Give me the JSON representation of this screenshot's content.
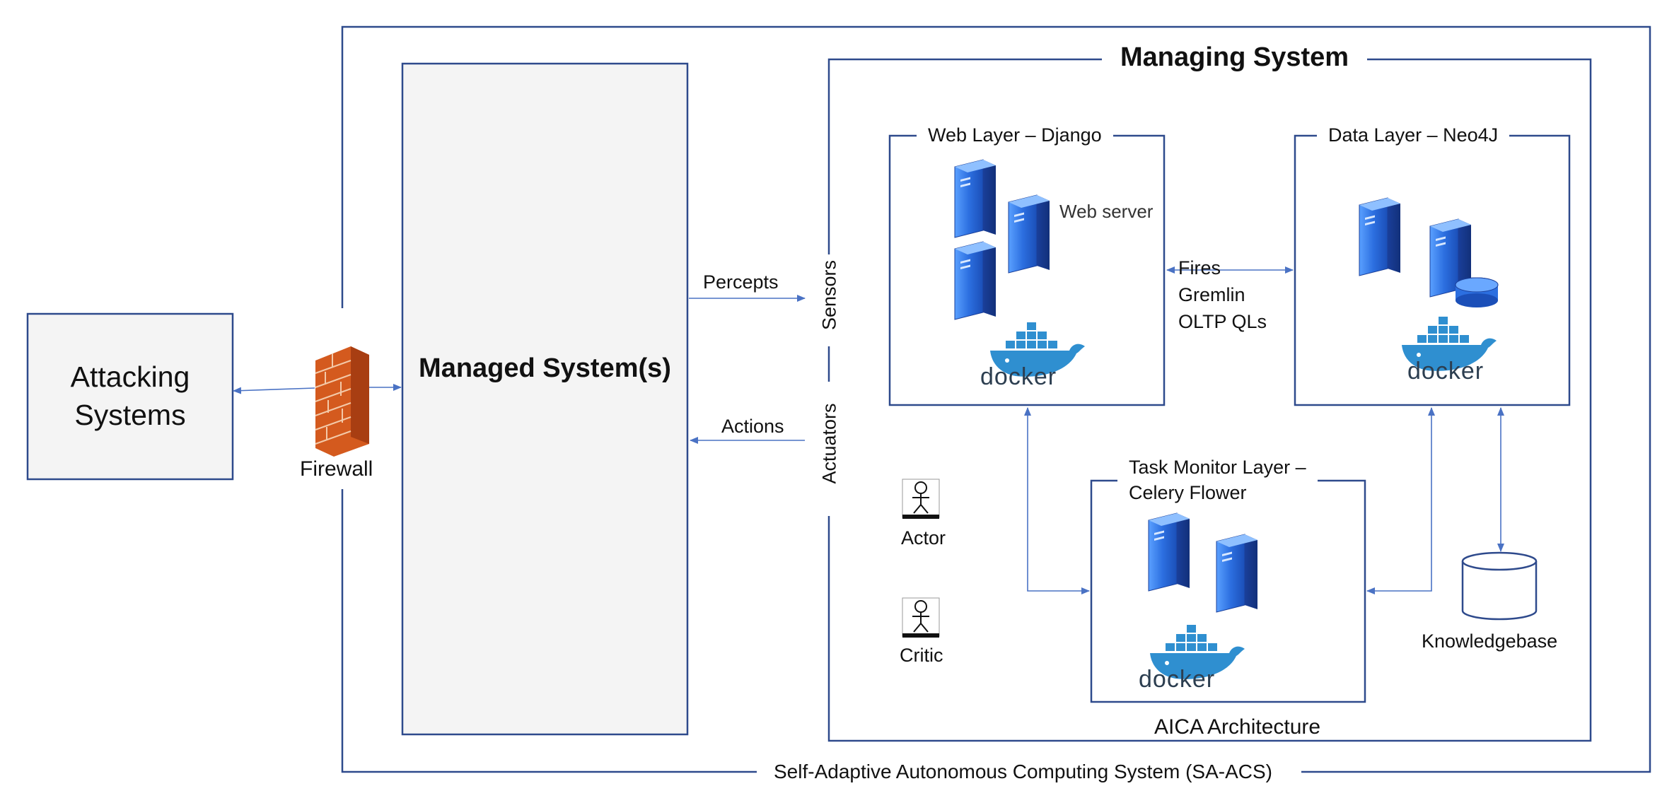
{
  "outer": {
    "label": "Self-Adaptive Autonomous Computing System (SA-ACS)"
  },
  "attacking": {
    "line1": "Attacking",
    "line2": "Systems"
  },
  "firewall": {
    "label": "Firewall"
  },
  "managed": {
    "label": "Managed System(s)"
  },
  "managing": {
    "title": "Managing System",
    "footer": "AICA Architecture"
  },
  "sensors": {
    "label": "Sensors"
  },
  "actuators": {
    "label": "Actuators"
  },
  "percepts": {
    "label": "Percepts"
  },
  "actions": {
    "label": "Actions"
  },
  "web_layer": {
    "title": "Web Layer – Django",
    "server_label": "Web server",
    "docker": "docker"
  },
  "data_layer": {
    "title": "Data Layer – Neo4J",
    "docker": "docker"
  },
  "task_layer": {
    "title_line1": "Task Monitor Layer –",
    "title_line2": "Celery Flower",
    "docker": "docker"
  },
  "fires": {
    "line1": "Fires",
    "line2": "Gremlin",
    "line3": "OLTP QLs"
  },
  "actor": {
    "label": "Actor"
  },
  "critic": {
    "label": "Critic"
  },
  "knowledgebase": {
    "label": "Knowledgebase"
  },
  "colors": {
    "frame": "#2e4a8c",
    "arrow": "#4a72c4",
    "server": "#2c6fe0",
    "docker": "#2f8fd0",
    "brick": "#d45a1e"
  }
}
